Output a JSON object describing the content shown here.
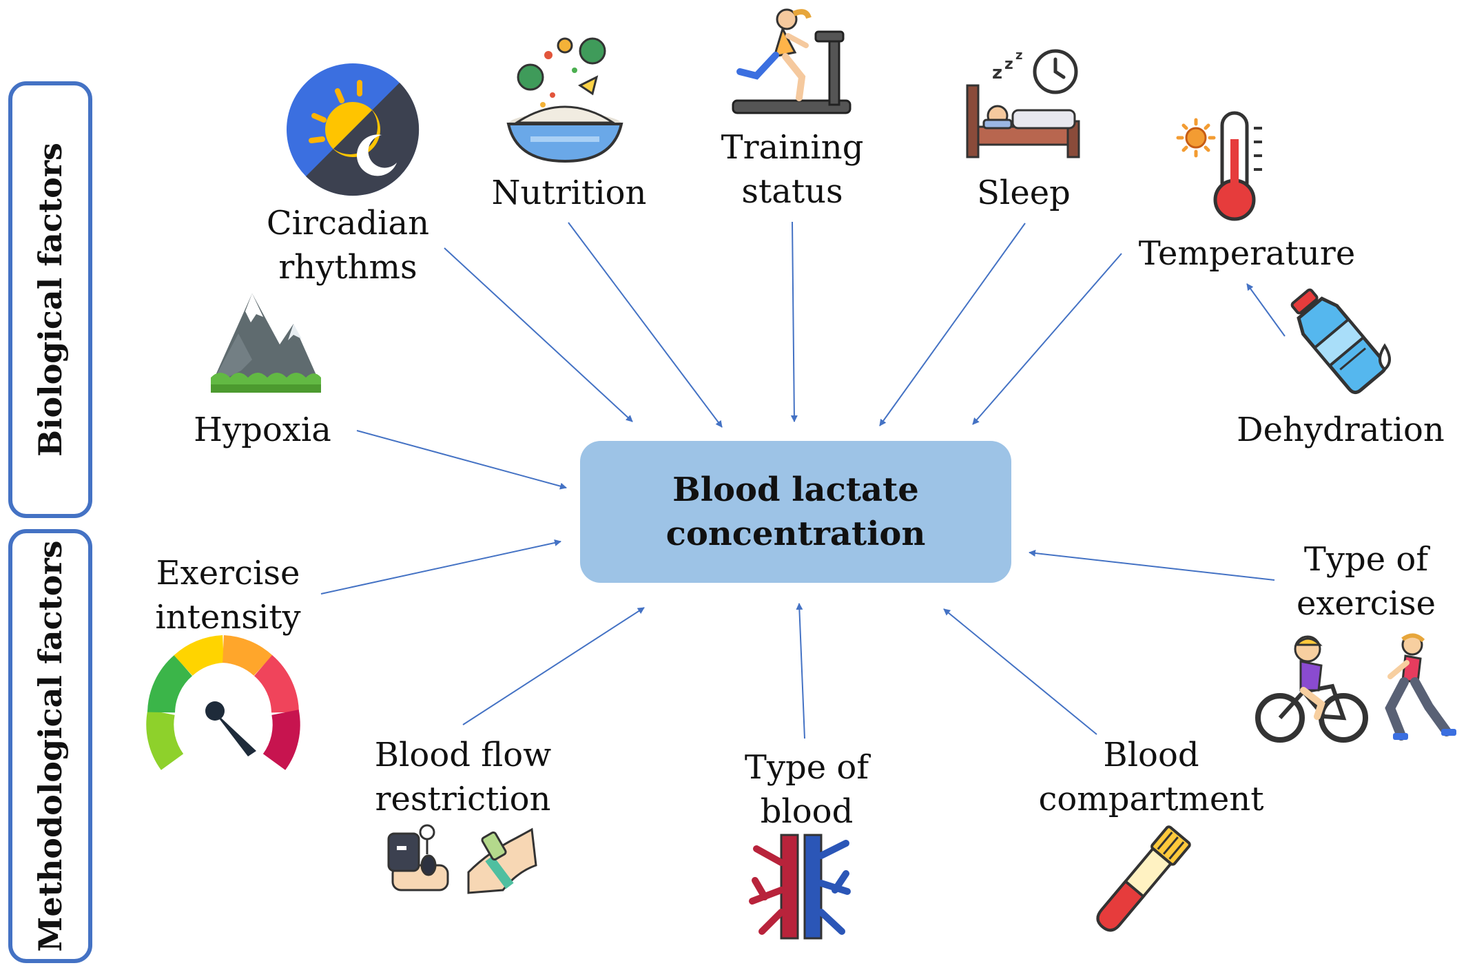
{
  "groups": {
    "biological": "Biological factors",
    "methodological": "Methodological factors"
  },
  "center": {
    "line1": "Blood lactate",
    "line2": "concentration"
  },
  "factors": {
    "circadian": {
      "line1": "Circadian",
      "line2": "rhythms",
      "icon": "day-night-icon"
    },
    "nutrition": {
      "line1": "Nutrition",
      "icon": "food-bowl-icon"
    },
    "training": {
      "line1": "Training",
      "line2": "status",
      "icon": "treadmill-runner-icon"
    },
    "sleep": {
      "line1": "Sleep",
      "icon": "bed-clock-icon"
    },
    "temperature": {
      "line1": "Temperature",
      "icon": "thermometer-sun-icon"
    },
    "dehydration": {
      "line1": "Dehydration",
      "icon": "water-bottle-icon"
    },
    "hypoxia": {
      "line1": "Hypoxia",
      "icon": "mountain-icon"
    },
    "intensity": {
      "line1": "Exercise",
      "line2": "intensity",
      "icon": "gauge-icon"
    },
    "bfr": {
      "line1": "Blood flow",
      "line2": "restriction",
      "icon": "cuff-band-icon"
    },
    "blood_type": {
      "line1": "Type of",
      "line2": "blood",
      "icon": "blood-vessels-icon"
    },
    "compartment": {
      "line1": "Blood",
      "line2": "compartment",
      "icon": "test-tube-icon"
    },
    "exercise_type": {
      "line1": "Type of",
      "line2": "exercise",
      "icon": "cyclist-runner-icon"
    }
  },
  "colors": {
    "arrow": "#4472c4",
    "frame": "#4472c4",
    "center_fill": "#9dc3e6"
  }
}
